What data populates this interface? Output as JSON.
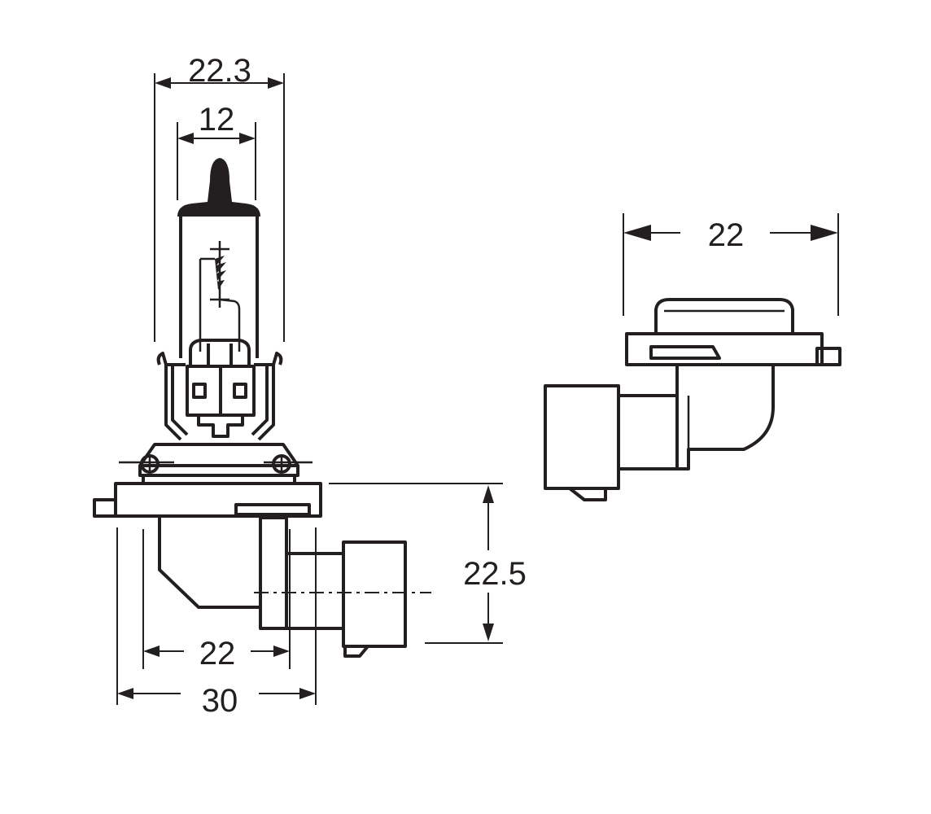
{
  "dimensions": {
    "bulb_width": "22.3",
    "glass_width": "12",
    "side_width": "22",
    "height": "22.5",
    "base_inner_width": "22",
    "base_outer_width": "30"
  }
}
